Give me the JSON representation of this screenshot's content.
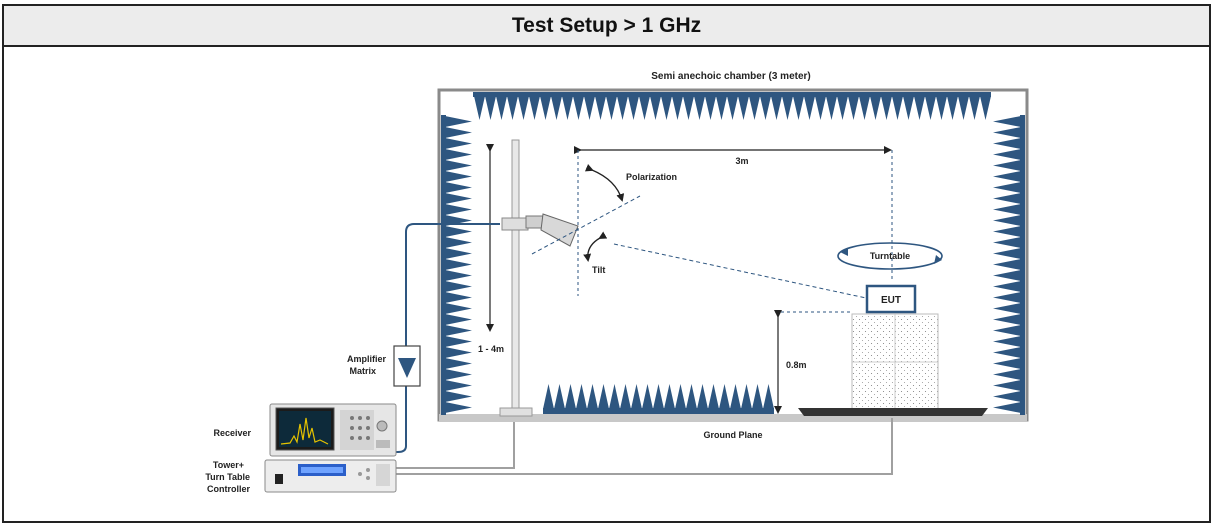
{
  "header": {
    "title": "Test Setup > 1 GHz"
  },
  "labels": {
    "chamber": "Semi anechoic chamber (3 meter)",
    "distance": "3m",
    "polarization": "Polarization",
    "tilt": "Tilt",
    "turntable": "Turntable",
    "eut": "EUT",
    "height_range": "1 - 4m",
    "table_height": "0.8m",
    "ground_plane": "Ground Plane",
    "amplifier_line1": "Amplifier",
    "amplifier_line2": "Matrix",
    "receiver": "Receiver",
    "controller_line1": "Tower+",
    "controller_line2": "Turn Table",
    "controller_line3": "Controller"
  },
  "colors": {
    "absorber": "#2e5680",
    "chamber_border": "#8a8a8a",
    "cable": "#2e5680",
    "gray_cable": "#a0a0a0"
  }
}
